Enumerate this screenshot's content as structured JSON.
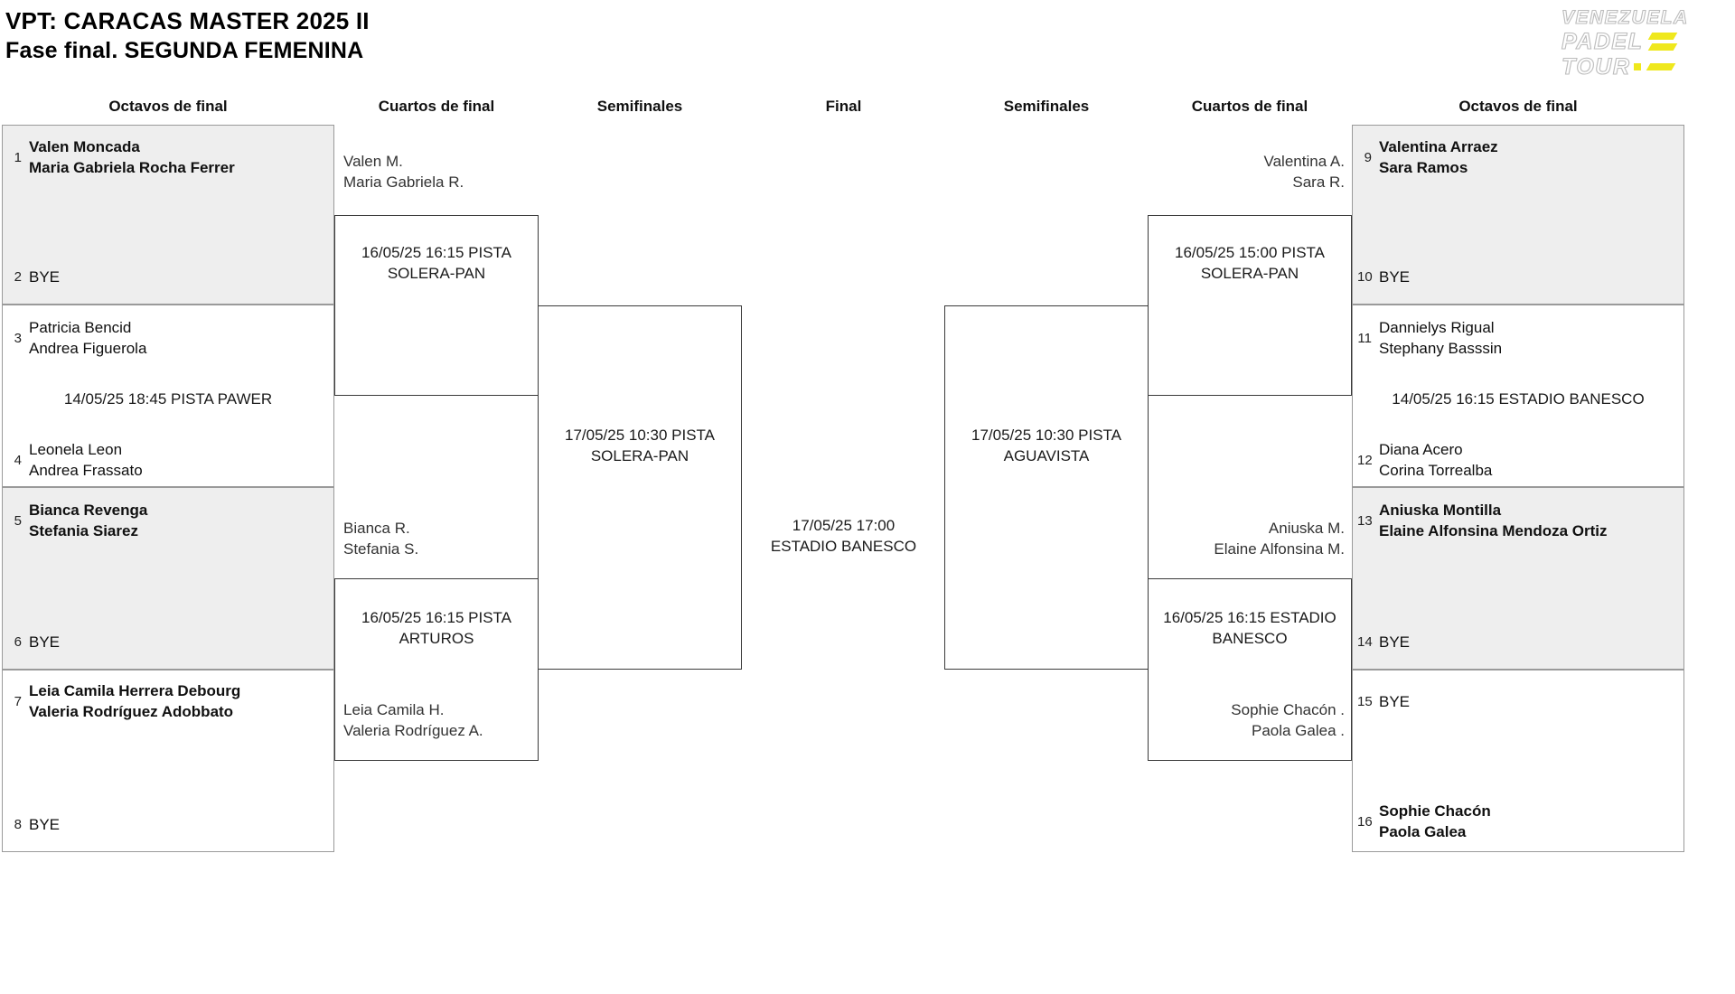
{
  "header": {
    "title": "VPT: CARACAS MASTER 2025 II",
    "subtitle": "Fase final. SEGUNDA FEMENINA"
  },
  "logo": {
    "line1": "VENEZUELA",
    "line2": "PADEL",
    "line3": "TOUR"
  },
  "round_headers": {
    "left_octavos": "Octavos de final",
    "left_cuartos": "Cuartos de final",
    "left_semifinales": "Semifinales",
    "final": "Final",
    "right_semifinales": "Semifinales",
    "right_cuartos": "Cuartos de final",
    "right_octavos": "Octavos de final"
  },
  "teams": {
    "t1": {
      "seed": "1",
      "line1": "Valen Moncada",
      "line2": "Maria Gabriela Rocha Ferrer"
    },
    "t2": {
      "seed": "2",
      "line1": "BYE"
    },
    "t3": {
      "seed": "3",
      "line1": "Patricia Bencid",
      "line2": "Andrea Figuerola"
    },
    "t4": {
      "seed": "4",
      "line1": "Leonela Leon",
      "line2": "Andrea Frassato"
    },
    "t5": {
      "seed": "5",
      "line1": "Bianca Revenga",
      "line2": "Stefania Siarez"
    },
    "t6": {
      "seed": "6",
      "line1": "BYE"
    },
    "t7": {
      "seed": "7",
      "line1": "Leia Camila Herrera Debourg",
      "line2": "Valeria Rodríguez Adobbato"
    },
    "t8": {
      "seed": "8",
      "line1": "BYE"
    },
    "t9": {
      "seed": "9",
      "line1": "Valentina Arraez",
      "line2": "Sara Ramos"
    },
    "t10": {
      "seed": "10",
      "line1": "BYE"
    },
    "t11": {
      "seed": "11",
      "line1": "Dannielys Rigual",
      "line2": "Stephany Basssin"
    },
    "t12": {
      "seed": "12",
      "line1": "Diana Acero",
      "line2": "Corina Torrealba"
    },
    "t13": {
      "seed": "13",
      "line1": "Aniuska Montilla",
      "line2": "Elaine Alfonsina Mendoza Ortiz"
    },
    "t14": {
      "seed": "14",
      "line1": "BYE"
    },
    "t15": {
      "seed": "15",
      "line1": "BYE"
    },
    "t16": {
      "seed": "16",
      "line1": "Sophie Chacón",
      "line2": "Paola Galea"
    }
  },
  "advancers": {
    "left_qf_top": {
      "line1": "Valen M.",
      "line2": "Maria Gabriela R."
    },
    "left_qf2_top": {
      "line1": "Bianca R.",
      "line2": "Stefania S."
    },
    "left_qf2_bottom": {
      "line1": "Leia Camila H.",
      "line2": "Valeria Rodríguez A."
    },
    "right_qf_top": {
      "line1": "Valentina A.",
      "line2": "Sara R."
    },
    "right_qf2_top": {
      "line1": "Aniuska M.",
      "line2": "Elaine Alfonsina M."
    },
    "right_qf2_bottom": {
      "line1": "Sophie Chacón .",
      "line2": "Paola Galea ."
    }
  },
  "matches": {
    "left_r16": "14/05/25 18:45 PISTA PAWER",
    "right_r16": "14/05/25 16:15 ESTADIO BANESCO",
    "left_qf1": {
      "line1": "16/05/25 16:15 PISTA",
      "line2": "SOLERA-PAN"
    },
    "left_qf2": {
      "line1": "16/05/25 16:15 PISTA",
      "line2": "ARTUROS"
    },
    "left_sf": {
      "line1": "17/05/25 10:30 PISTA",
      "line2": "SOLERA-PAN"
    },
    "final": {
      "line1": "17/05/25 17:00",
      "line2": "ESTADIO BANESCO"
    },
    "right_sf": {
      "line1": "17/05/25 10:30 PISTA",
      "line2": "AGUAVISTA"
    },
    "right_qf1": {
      "line1": "16/05/25 15:00 PISTA",
      "line2": "SOLERA-PAN"
    },
    "right_qf2": {
      "line1": "16/05/25 16:15 ESTADIO",
      "line2": "BANESCO"
    }
  },
  "colors": {
    "seeded_box_fill": "#eeeeee",
    "pair_border": "#9a9a9a",
    "match_border": "#3a3a3a",
    "accent_yellow": "#efe81d"
  }
}
